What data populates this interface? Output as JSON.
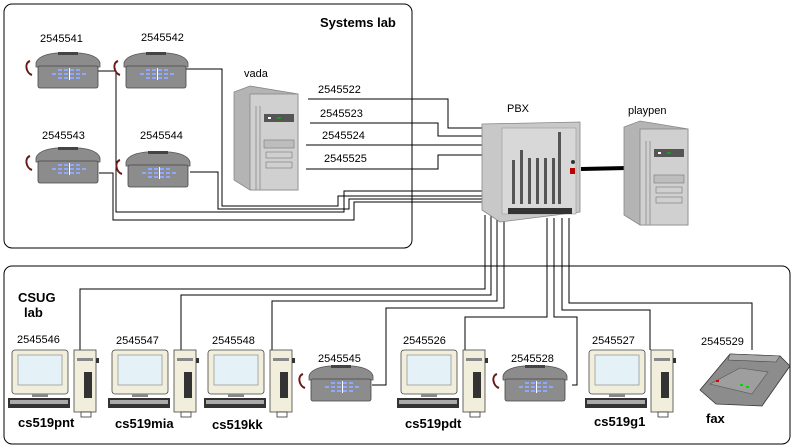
{
  "regions": {
    "systems_lab": {
      "title": "Systems lab"
    },
    "csug_lab": {
      "title_line1": "CSUG",
      "title_line2": "lab"
    }
  },
  "devices": {
    "pbx": {
      "label": "PBX"
    },
    "vada": {
      "label": "vada",
      "lines": [
        "2545522",
        "2545523",
        "2545524",
        "2545525"
      ]
    },
    "playpen": {
      "label": "playpen"
    },
    "systems_phones": [
      {
        "number": "2545541"
      },
      {
        "number": "2545542"
      },
      {
        "number": "2545543"
      },
      {
        "number": "2545544"
      }
    ],
    "csug_workstations": [
      {
        "number": "2545546",
        "host": "cs519pnt"
      },
      {
        "number": "2545547",
        "host": "cs519mia"
      },
      {
        "number": "2545548",
        "host": "cs519kk"
      },
      {
        "number": "2545526",
        "host": "cs519pdt"
      },
      {
        "number": "2545527",
        "host": "cs519g1"
      }
    ],
    "csug_phones": [
      {
        "number": "2545545"
      },
      {
        "number": "2545528"
      }
    ],
    "fax": {
      "number": "2545529",
      "label": "fax"
    }
  },
  "colors": {
    "phone_body": "#8c8c8c",
    "phone_keys": "#8fa8ff",
    "phone_cord": "#6b1a1a",
    "server_body": "#c8c8c8",
    "monitor_case": "#f2eedc",
    "screen": "#e4f2f8"
  }
}
